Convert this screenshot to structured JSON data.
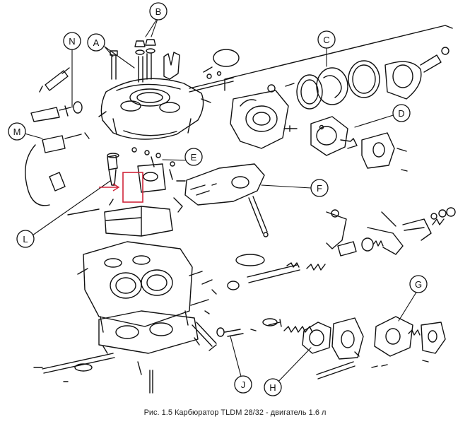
{
  "callouts": {
    "A": "A",
    "B": "B",
    "C": "C",
    "D": "D",
    "E": "E",
    "F": "F",
    "G": "G",
    "H": "H",
    "J": "J",
    "L": "L",
    "M": "M",
    "N": "N"
  },
  "caption": "Рис. 1.5 Карбюратор TLDM 28/32 - двигатель 1.6 л",
  "colors": {
    "line": "#111111",
    "highlight": "#d0253a"
  }
}
